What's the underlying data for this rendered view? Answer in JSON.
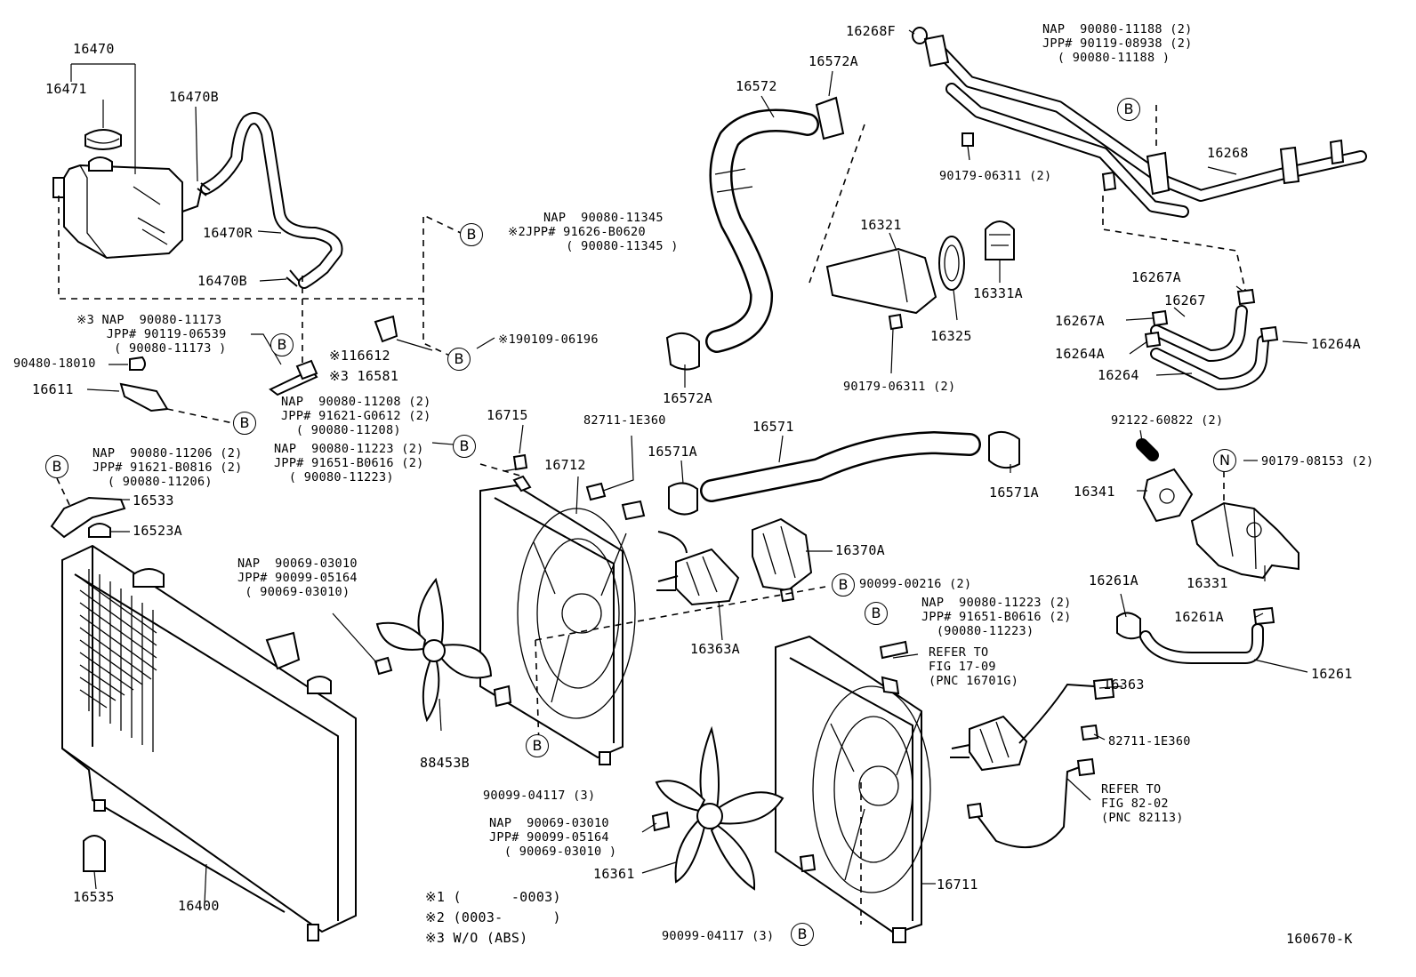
{
  "diagram_code": "160670-K",
  "callout_letter_b": "B",
  "callout_letter_n": "N",
  "parts": {
    "p16470": "16470",
    "p16471": "16471",
    "p16470B_top": "16470B",
    "p16470R": "16470R",
    "p16470B_bot": "16470B",
    "p16268F": "16268F",
    "p16572A_top": "16572A",
    "p16572": "16572",
    "p16268": "16268",
    "p16321": "16321",
    "p16331A": "16331A",
    "p16325": "16325",
    "p16267A_top": "16267A",
    "p16267": "16267",
    "p16267A_mid": "16267A",
    "p16264A_left": "16264A",
    "p16264A_right": "16264A",
    "p16264": "16264",
    "p16612": "※116612",
    "p16581": "※3 16581",
    "p16611": "16611",
    "p16572A_bot": "16572A",
    "p16715": "16715",
    "p16712": "16712",
    "p16571": "16571",
    "p16571A_left": "16571A",
    "p16571A_right": "16571A",
    "p16341": "16341",
    "p16533": "16533",
    "p16523A": "16523A",
    "p16370A": "16370A",
    "p16331": "16331",
    "p16261A_left": "16261A",
    "p16261A_right": "16261A",
    "p16363A": "16363A",
    "p16261": "16261",
    "p88453B": "88453B",
    "p16363": "16363",
    "p16361": "16361",
    "p16711": "16711",
    "p16535": "16535",
    "p16400": "16400"
  },
  "refs": {
    "r90179_06311_top": "90179-06311 (2)",
    "r90179_06311_mid": "90179-06311 (2)",
    "r90109_06196": "※190109-06196",
    "r90480_18010": "90480-18010",
    "r82711_top": "82711-1E360",
    "r82711_bot": "82711-1E360",
    "r92122_60822": "92122-60822 (2)",
    "r90179_08153": "90179-08153 (2)",
    "r90099_00216": "90099-00216 (2)",
    "r90099_04117_left": "90099-04117 (3)",
    "r90099_04117_bot": "90099-04117 (3)"
  },
  "groups": {
    "g_top_right": [
      "NAP  90080-11188 (2)",
      "JPP# 90119-08938 (2)",
      "  ( 90080-11188 )"
    ],
    "g_hose_b": [
      "NAP  90080-11345",
      "※2JPP# 91626-B0620",
      "   ( 90080-11345 )"
    ],
    "g_clip_3": [
      "※3 NAP  90080-11173",
      "    JPP# 90119-06539",
      "     ( 90080-11173 )"
    ],
    "g_11208": [
      "NAP  90080-11208 (2)",
      "JPP# 91621-G0612 (2)",
      "  ( 90080-11208)"
    ],
    "g_11206": [
      "NAP  90080-11206 (2)",
      "JPP# 91621-B0816 (2)",
      "  ( 90080-11206)"
    ],
    "g_11223_left": [
      "NAP  90080-11223 (2)",
      "JPP# 91651-B0616 (2)",
      "  ( 90080-11223)"
    ],
    "g_03010_left": [
      "NAP  90069-03010",
      "JPP# 90099-05164",
      " ( 90069-03010)"
    ],
    "g_11223_right": [
      "NAP  90080-11223 (2)",
      "JPP# 91651-B0616 (2)",
      "  (90080-11223)"
    ],
    "g_refer_17": [
      "REFER TO",
      "FIG 17-09",
      "(PNC 16701G)"
    ],
    "g_refer_82": [
      "REFER TO",
      "FIG 82-02",
      "(PNC 82113)"
    ],
    "g_03010_bot": [
      "NAP  90069-03010",
      "JPP# 90099-05164",
      "  ( 90069-03010 )"
    ]
  },
  "notes": [
    "※1 (      -0003)",
    "※2 (0003-      )",
    "※3 W/O (ABS)"
  ]
}
